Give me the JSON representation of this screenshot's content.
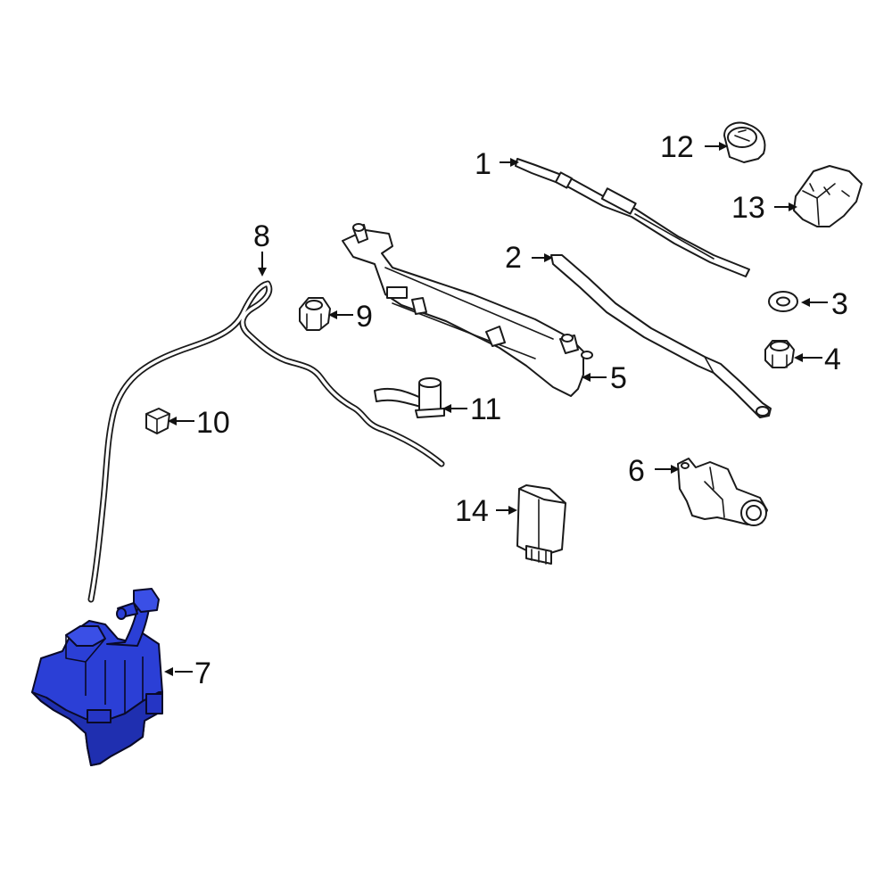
{
  "colors": {
    "background": "#ffffff",
    "line": "#1a1a1a",
    "highlight_fill": "#2b3fd6",
    "highlight_shade": "#1f2fb0"
  },
  "callouts": [
    {
      "id": "1",
      "label": "1",
      "part": "wiper-blade"
    },
    {
      "id": "2",
      "label": "2",
      "part": "wiper-arm"
    },
    {
      "id": "3",
      "label": "3",
      "part": "washer"
    },
    {
      "id": "4",
      "label": "4",
      "part": "nut"
    },
    {
      "id": "5",
      "label": "5",
      "part": "wiper-linkage"
    },
    {
      "id": "6",
      "label": "6",
      "part": "wiper-motor"
    },
    {
      "id": "7",
      "label": "7",
      "part": "washer-reservoir",
      "highlighted": true
    },
    {
      "id": "8",
      "label": "8",
      "part": "washer-hose"
    },
    {
      "id": "9",
      "label": "9",
      "part": "hex-nut"
    },
    {
      "id": "10",
      "label": "10",
      "part": "clip"
    },
    {
      "id": "11",
      "label": "11",
      "part": "washer-pump-hose"
    },
    {
      "id": "12",
      "label": "12",
      "part": "cap"
    },
    {
      "id": "13",
      "label": "13",
      "part": "cover"
    },
    {
      "id": "14",
      "label": "14",
      "part": "control-module"
    }
  ]
}
